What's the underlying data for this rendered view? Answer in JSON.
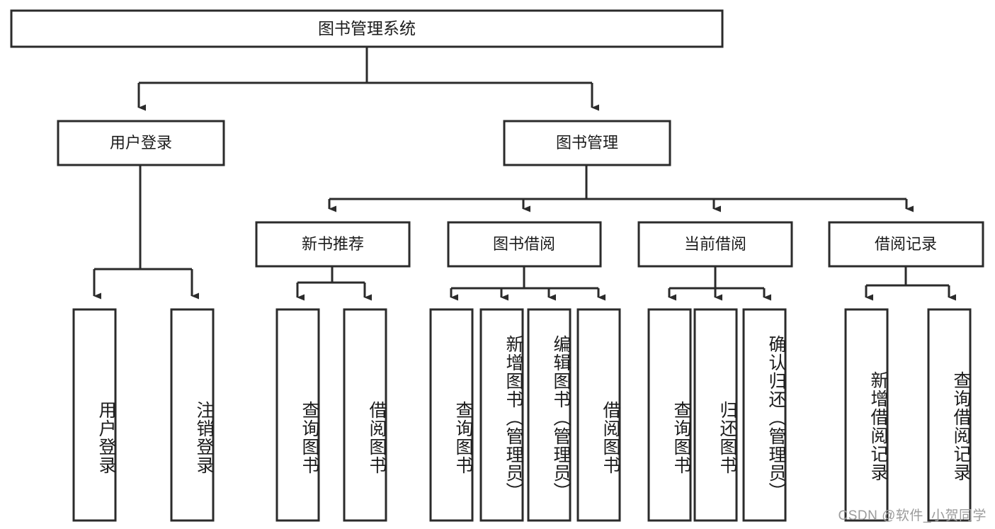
{
  "diagram": {
    "type": "tree-hierarchy",
    "title": "图书管理系统",
    "orientation": "top-down",
    "watermark": "CSDN @软件_小贺同学",
    "colors": {
      "box_stroke": "#2b2b2b",
      "box_fill": "#ffffff",
      "connector": "#2b2b2b",
      "text": "#1c1c1c",
      "watermark": "#9b9b9b",
      "background": "#ffffff"
    },
    "levels": {
      "root": "图书管理系统",
      "level1": [
        "用户登录",
        "图书管理"
      ],
      "level2": [
        "新书推荐",
        "图书借阅",
        "当前借阅",
        "借阅记录"
      ]
    },
    "nodes": {
      "root": {
        "label": "图书管理系统"
      },
      "user_login": {
        "label": "用户登录"
      },
      "book_manage": {
        "label": "图书管理"
      },
      "new_book_rec": {
        "label": "新书推荐"
      },
      "book_borrow": {
        "label": "图书借阅"
      },
      "current_borrow": {
        "label": "当前借阅"
      },
      "borrow_record": {
        "label": "借阅记录"
      }
    },
    "leaves": {
      "user_login": [
        {
          "label": "用户登录"
        },
        {
          "label": "注销登录"
        }
      ],
      "new_book_rec": [
        {
          "label": "查询图书"
        },
        {
          "label": "借阅图书"
        }
      ],
      "book_borrow": [
        {
          "label": "查询图书"
        },
        {
          "label": "新增图书（管理员）"
        },
        {
          "label": "编辑图书（管理员）"
        },
        {
          "label": "借阅图书"
        }
      ],
      "current_borrow": [
        {
          "label": "查询图书"
        },
        {
          "label": "归还图书"
        },
        {
          "label": "确认归还（管理员）"
        }
      ],
      "borrow_record": [
        {
          "label": "新增借阅记录"
        },
        {
          "label": "查询借阅记录"
        }
      ]
    }
  }
}
